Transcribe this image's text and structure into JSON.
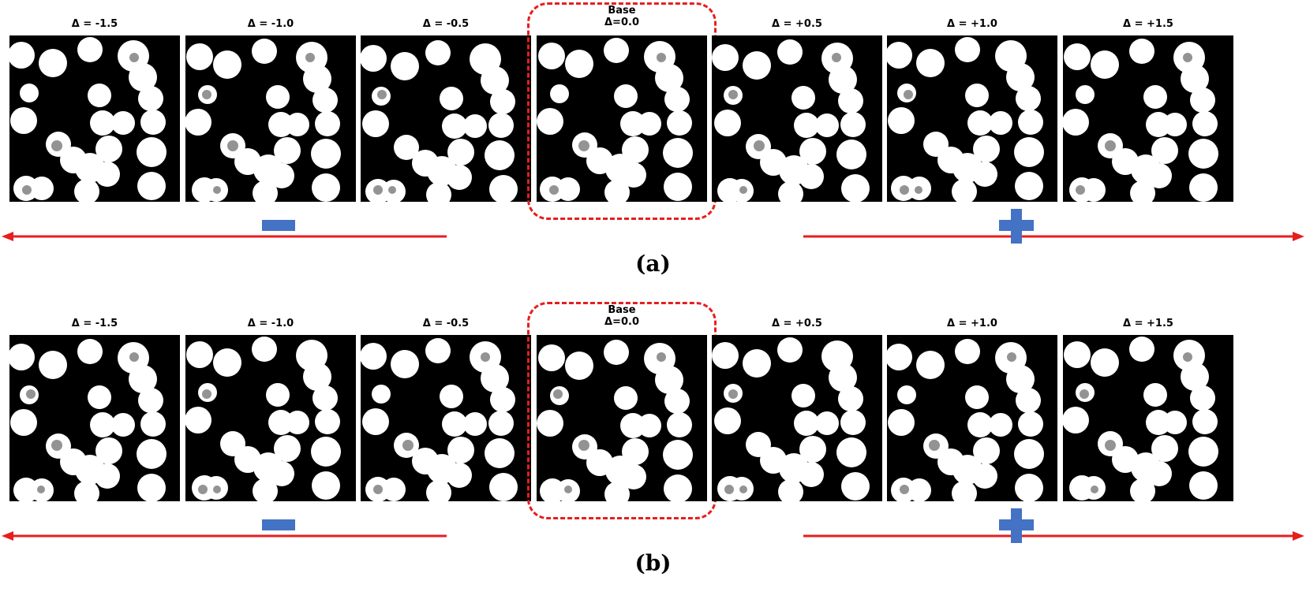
{
  "rows": [
    {
      "caption": "(a)",
      "panels": [
        {
          "label": "Δ = -1.5",
          "delta": -1.5
        },
        {
          "label": "Δ = -1.0",
          "delta": -1.0
        },
        {
          "label": "Δ = -0.5",
          "delta": -0.5
        },
        {
          "label_top": "Base",
          "label": "Δ=0.0",
          "delta": 0.0
        },
        {
          "label": "Δ = +0.5",
          "delta": 0.5
        },
        {
          "label": "Δ = +1.0",
          "delta": 1.0
        },
        {
          "label": "Δ = +1.5",
          "delta": 1.5
        }
      ]
    },
    {
      "caption": "(b)",
      "panels": [
        {
          "label": "Δ = -1.5",
          "delta": -1.5
        },
        {
          "label": "Δ = -1.0",
          "delta": -1.0
        },
        {
          "label": "Δ = -0.5",
          "delta": -0.5
        },
        {
          "label_top": "Base",
          "label": "Δ=0.0",
          "delta": 0.0
        },
        {
          "label": "Δ = +0.5",
          "delta": 0.5
        },
        {
          "label": "Δ = +1.0",
          "delta": 1.0
        },
        {
          "label": "Δ = +1.5",
          "delta": 1.5
        }
      ]
    }
  ],
  "colors": {
    "arrow": "#e61e1e",
    "sign": "#4472c4",
    "mask_fg": "#ffffff",
    "mask_bg": "#000000"
  },
  "icons": {
    "minus": "minus-icon",
    "plus": "plus-icon"
  }
}
